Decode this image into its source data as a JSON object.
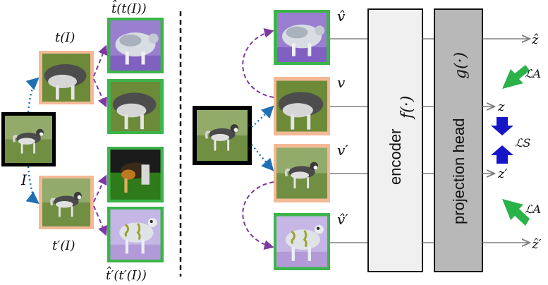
{
  "colors": {
    "source_frame": "#000000",
    "view_frame": "#f3b995",
    "aug_frame": "#3cb44b",
    "dotted_arrow": "#1f6fb5",
    "dashed_arrow": "#7b3aa0",
    "loss_arrow_green": "#2bb34a",
    "loss_arrow_blue": "#1616c8",
    "encoder_fill": "#f0f0f0",
    "head_fill": "#b8b8b8",
    "line_gray": "#808080"
  },
  "left": {
    "labels": {
      "t_of_I": "t(I)",
      "t_hat_t_I": "t̂(t(I))",
      "I": "I",
      "t_prime_I": "t′(I)",
      "t_hat_prime_t_prime_I": "t̂′(t′(I))"
    }
  },
  "right": {
    "view_labels": {
      "v_hat": "v̂",
      "v": "v",
      "v_prime": "v′",
      "v_hat_prime": "v̂′"
    },
    "encoder": {
      "label": "encoder",
      "func": "f(·)"
    },
    "head": {
      "label": "projection head",
      "func": "g(·)"
    },
    "outputs": {
      "z_hat": "ẑ",
      "z": "z",
      "z_prime": "z′",
      "z_hat_prime": "ẑ′"
    },
    "losses": {
      "L_A_top": "ℒA",
      "L_S": "ℒS",
      "L_A_bottom": "ℒA"
    }
  },
  "icons": [
    "dog-photo",
    "dotted-arrow",
    "dashed-curved-arrow",
    "loss-arrow"
  ]
}
